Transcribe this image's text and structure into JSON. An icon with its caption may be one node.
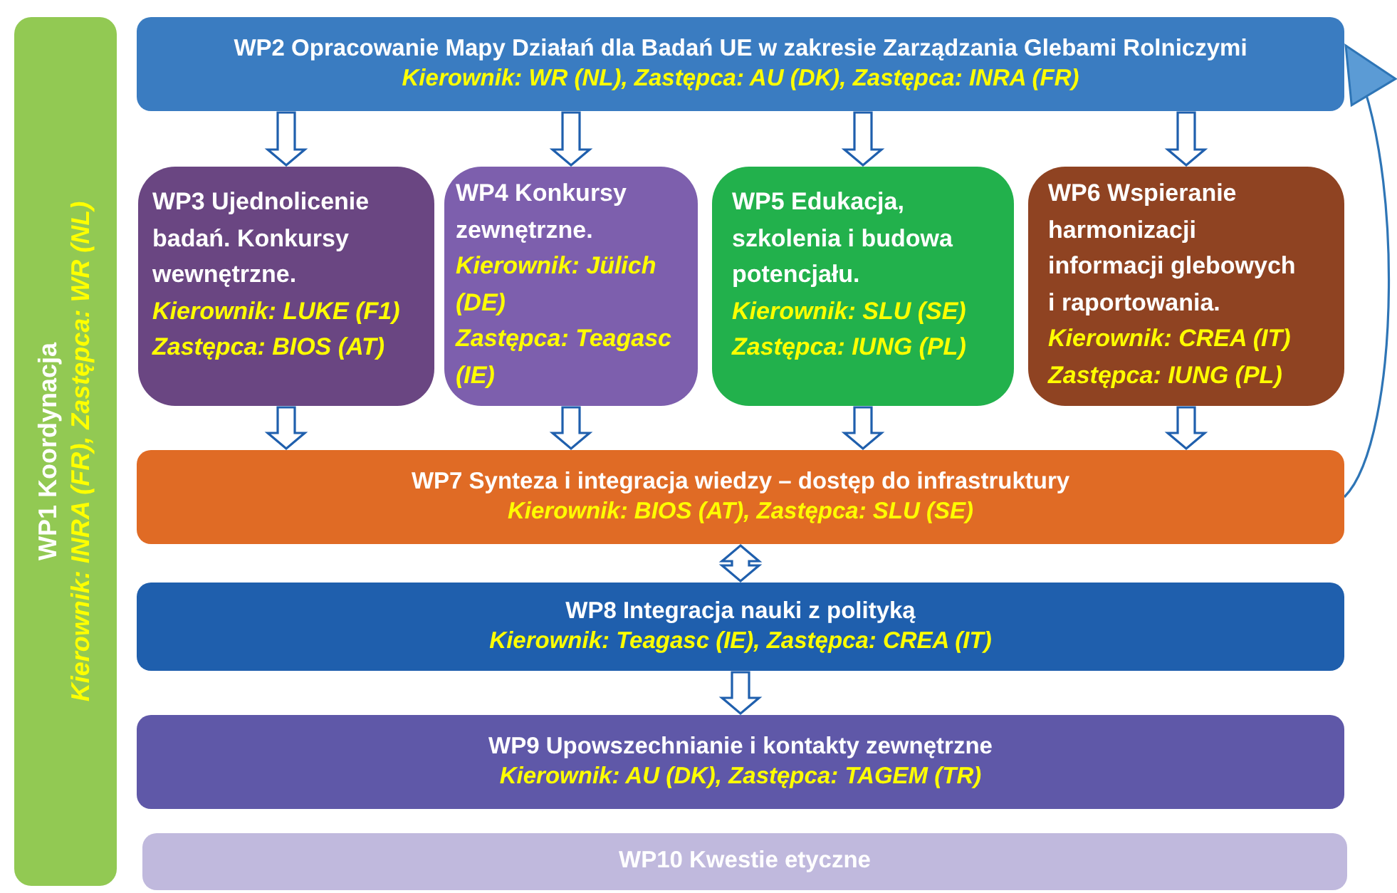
{
  "diagram": {
    "nodes": [
      {
        "text": [
          "WP1 Koordynacja",
          "Kierownik: INRA (FR), Zastępca: WR (NL)"
        ]
      },
      {
        "text": [
          "WP2 Opracowanie Mapy Działań dla Badań UE w zakresie Zarządzania Glebami Rolniczymi",
          "Kierownik: WR (NL), Zastępca: AU (DK), Zastępca: INRA (FR)"
        ]
      },
      {
        "text": [
          "WP3 Ujednolicenie badań. Konkursy wewnętrzne.",
          "Kierownik: LUKE (F1)",
          "Zastępca: BIOS (AT)"
        ]
      },
      {
        "text": [
          "WP4 Konkursy zewnętrzne.",
          "Kierownik: Jülich (DE)",
          "Zastępca: Teagasc (IE)"
        ]
      },
      {
        "text": [
          "WP5 Edukacja, szkolenia i budowa potencjału.",
          "Kierownik: SLU (SE)",
          "Zastępca: IUNG (PL)"
        ]
      },
      {
        "text": [
          "WP6 Wspieranie harmonizacji informacji glebowych i raportowania.",
          "Kierownik: CREA (IT)",
          "Zastępca: IUNG (PL)"
        ]
      },
      {
        "text": [
          "WP7 Synteza i integracja wiedzy – dostęp do infrastruktury",
          "Kierownik: BIOS (AT), Zastępca: SLU (SE)"
        ]
      },
      {
        "text": [
          "WP8 Integracja nauki z polityką",
          "Kierownik: Teagasc (IE), Zastępca: CREA (IT)"
        ]
      },
      {
        "text": [
          "WP9 Upowszechnianie i kontakty zewnętrzne",
          "Kierownik: AU (DK), Zastępca: TAGEM (TR)"
        ]
      },
      {
        "text": [
          "WP10 Kwestie etyczne"
        ]
      }
    ],
    "edges": [
      {
        "from": 1,
        "to": 2,
        "arrow": "to"
      },
      {
        "from": 1,
        "to": 3,
        "arrow": "to"
      },
      {
        "from": 1,
        "to": 4,
        "arrow": "to"
      },
      {
        "from": 1,
        "to": 5,
        "arrow": "to"
      },
      {
        "from": 2,
        "to": 6,
        "arrow": "to"
      },
      {
        "from": 3,
        "to": 6,
        "arrow": "to"
      },
      {
        "from": 4,
        "to": 6,
        "arrow": "to"
      },
      {
        "from": 5,
        "to": 6,
        "arrow": "to"
      },
      {
        "from": 6,
        "to": 7,
        "arrow": "both"
      },
      {
        "from": 7,
        "to": 8,
        "arrow": "to"
      },
      {
        "from": 6,
        "to": 1,
        "arrow": "to",
        "color": "#2e75b6"
      }
    ]
  }
}
